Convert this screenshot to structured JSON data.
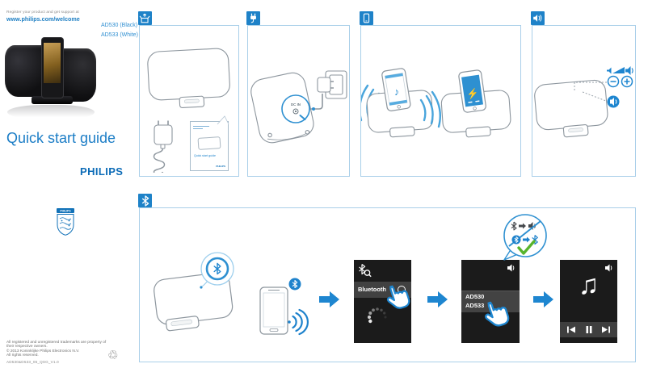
{
  "header": {
    "register_line": "Register your product and get support at",
    "website": "www.philips.com/welcome",
    "model_black": "AD530 (Black)",
    "model_white": "AD533 (White)"
  },
  "cover": {
    "title": "Quick start guide",
    "brand": "PHILIPS"
  },
  "shield": {
    "brand": "PHILIPS"
  },
  "panel_unbox": {
    "booklet_title": "Quick start guide",
    "booklet_brand": "PHILIPS"
  },
  "panel_power": {
    "dc_in": "DC IN"
  },
  "panel_bluetooth": {
    "screen_search": {
      "menu_item": "Bluetooth"
    },
    "screen_devices": {
      "device_1": "AD530",
      "device_2": "AD533"
    }
  },
  "icons": {
    "music_note": "♪",
    "music_note_double": "♫",
    "charging_bolt": "⚡",
    "recycle": "♲"
  },
  "footer": {
    "trademark_1": "All registered and unregistered trademarks are property of",
    "trademark_2": "their respective owners.",
    "copyright": "© 2013 Koninklijke Philips Electronics N.V.",
    "rights": "All rights reserved.",
    "doc_code": "AD530&D533_05_QSG_V1.0"
  },
  "colors": {
    "philips_blue": "#0d6cb7",
    "accent_blue": "#2e90d1",
    "panel_border": "#a9cfe9",
    "check_green": "#58b42c"
  }
}
